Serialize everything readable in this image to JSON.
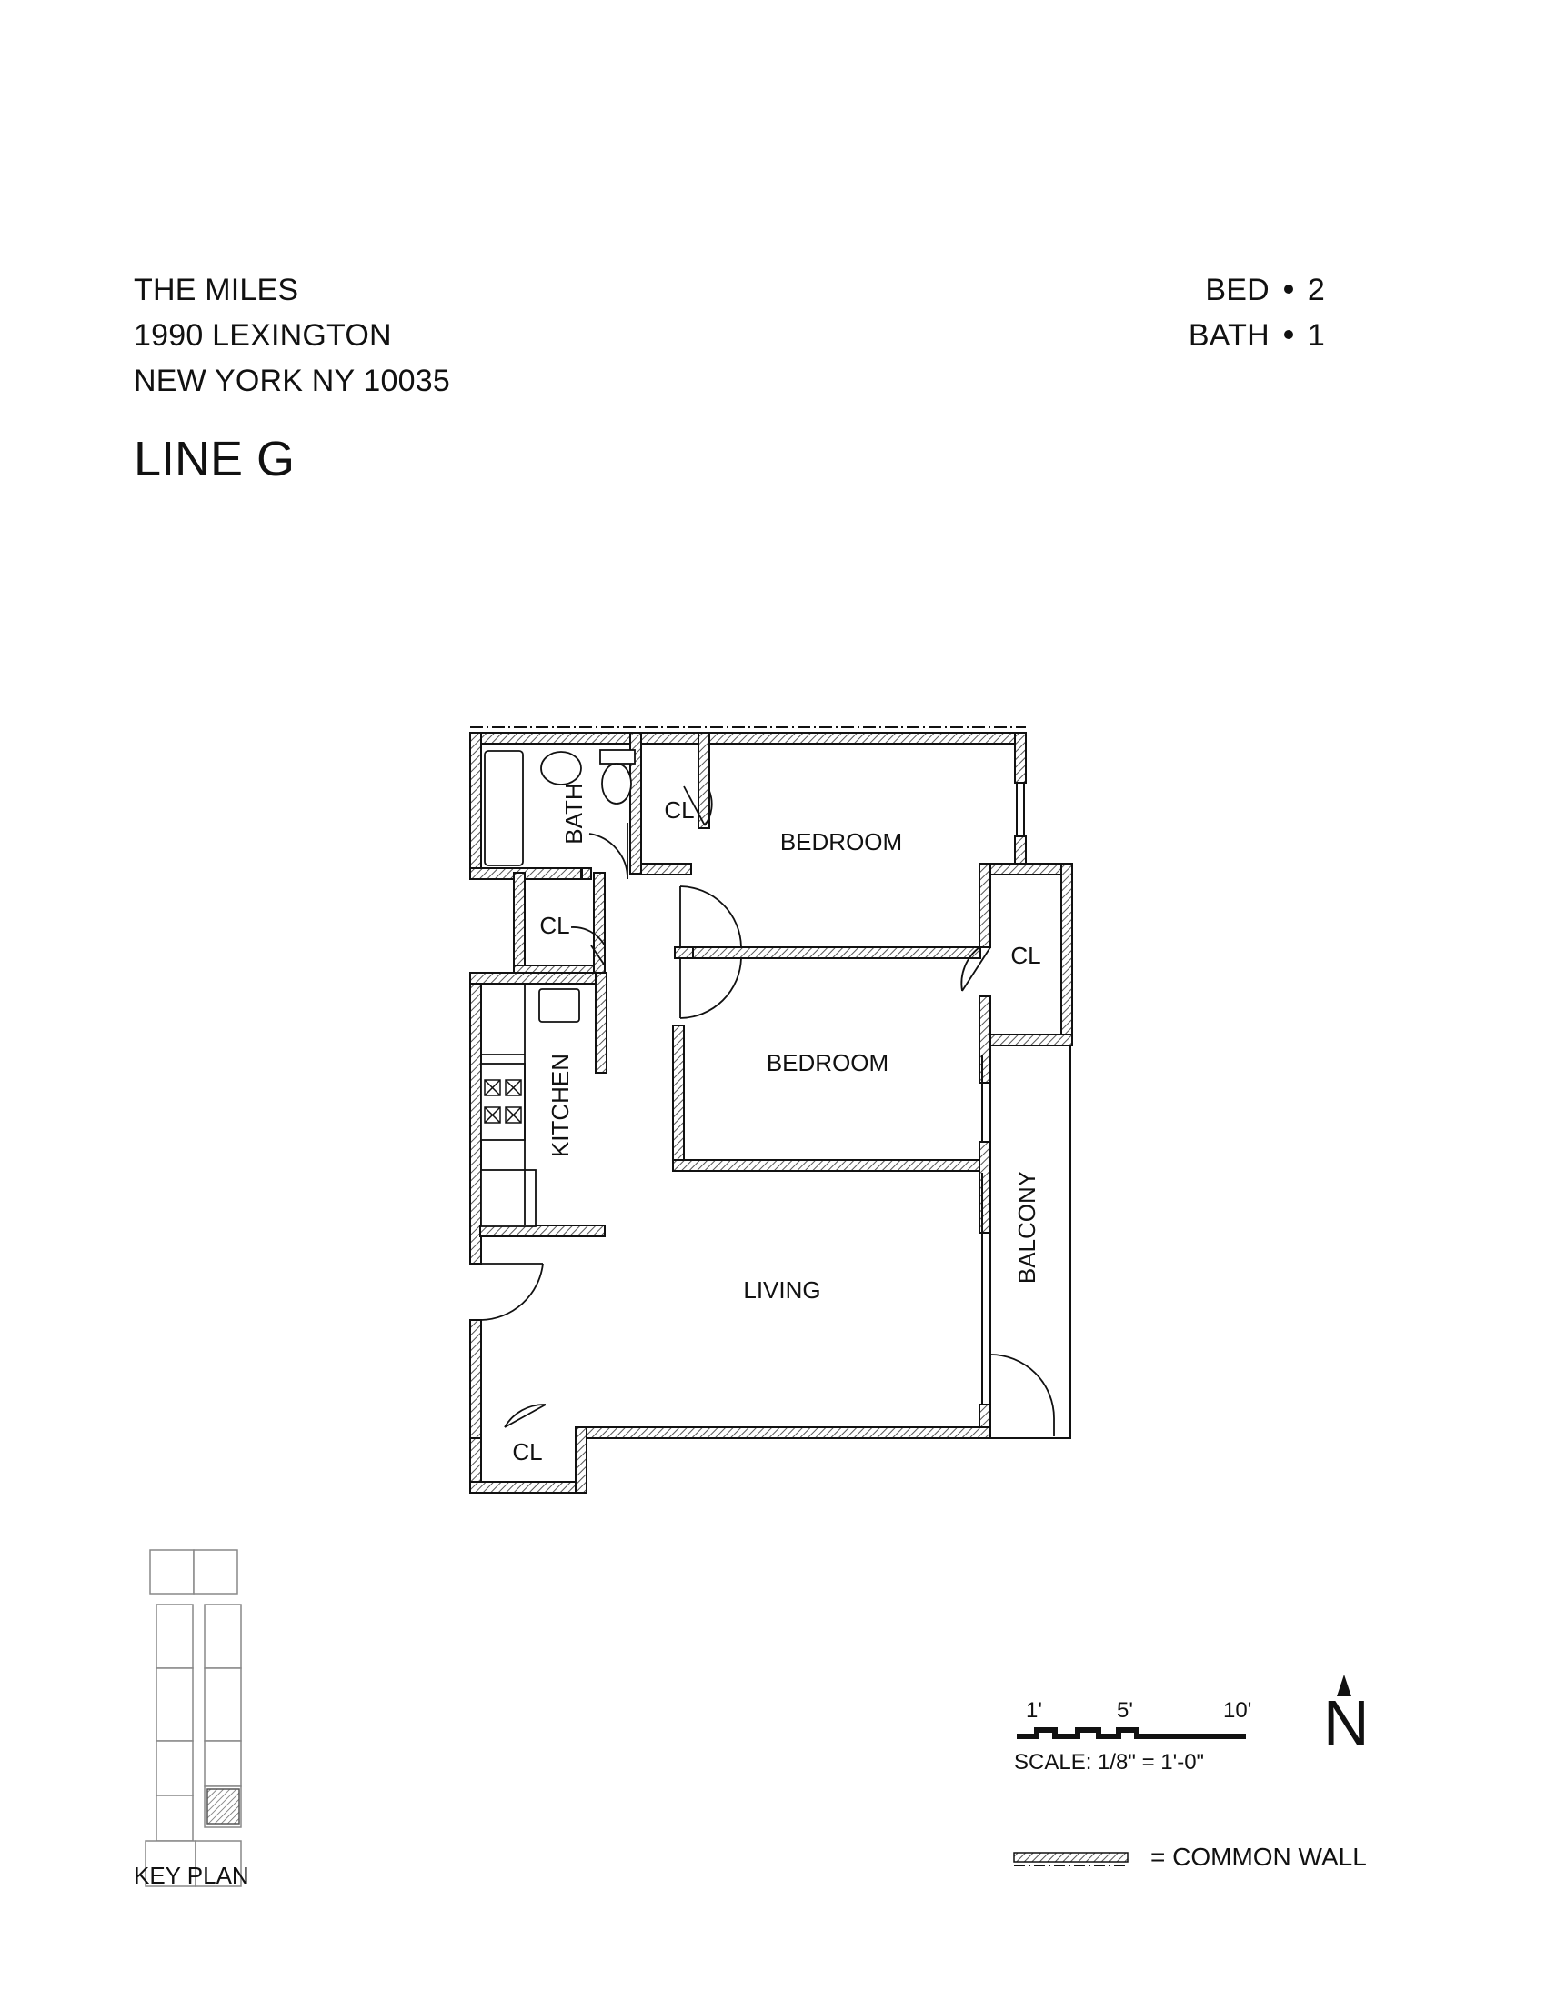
{
  "header": {
    "building_name": "THE MILES",
    "street": "1990 LEXINGTON",
    "city": "NEW YORK NY 10035",
    "line": "LINE G",
    "bed_label": "BED",
    "bed_count": "2",
    "bath_label": "BATH",
    "bath_count": "1"
  },
  "rooms": {
    "bath": "BATH",
    "closet_top": "CL",
    "bedroom_1": "BEDROOM",
    "closet_hall": "CL",
    "closet_east": "CL",
    "bedroom_2": "BEDROOM",
    "kitchen": "KITCHEN",
    "balcony": "BALCONY",
    "living": "LIVING",
    "closet_entry": "CL"
  },
  "key_plan": {
    "label": "KEY PLAN"
  },
  "scale": {
    "tick_1": "1'",
    "tick_5": "5'",
    "tick_10": "10'",
    "text": "SCALE: 1/8\" = 1'-0\""
  },
  "north": {
    "letter": "N"
  },
  "legend": {
    "common_wall": "= COMMON WALL"
  },
  "colors": {
    "ink": "#111111",
    "hatch": "#555555",
    "key_highlight": "#888888"
  }
}
